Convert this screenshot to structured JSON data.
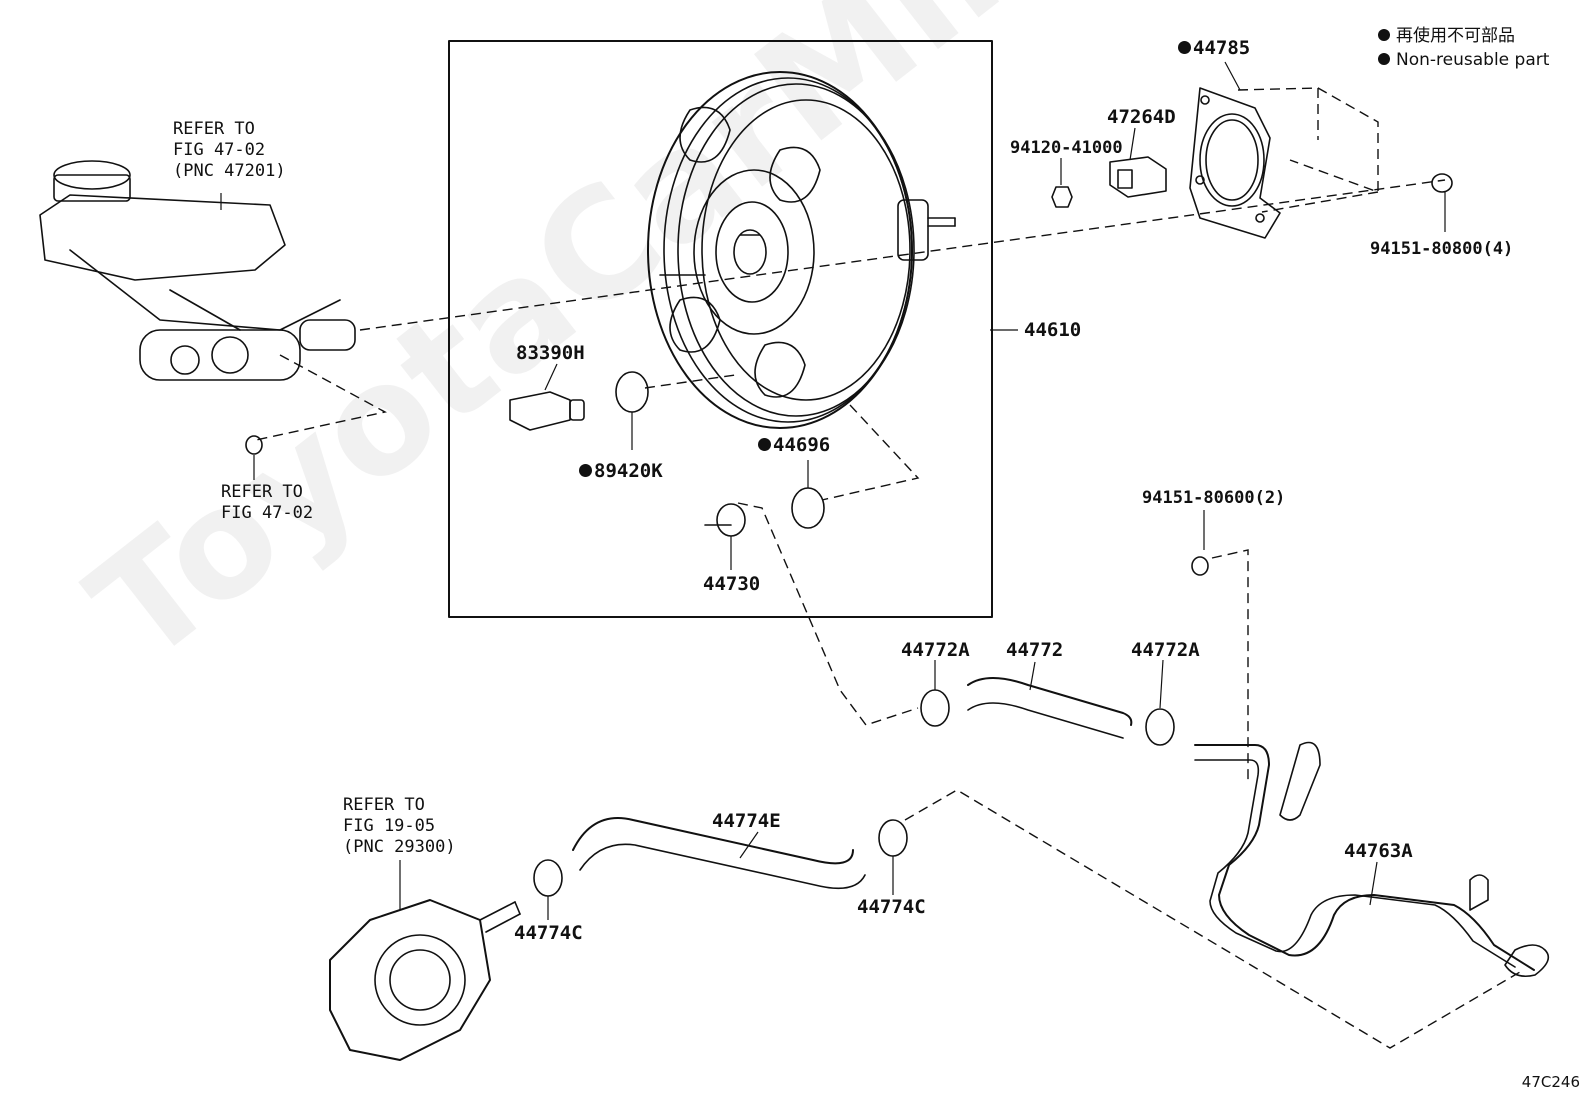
{
  "legend": {
    "line1": "再使用不可部品",
    "line2": "Non-reusable part"
  },
  "watermark": "ToyotaCarMine.ru",
  "figure_code": "47C246",
  "refs": {
    "reservoir": [
      "REFER TO",
      "FIG 47-02",
      "(PNC 47201)"
    ],
    "fig4702": [
      "REFER TO",
      "FIG 47-02"
    ],
    "pump": [
      "REFER TO",
      "FIG 19-05",
      "(PNC 29300)"
    ]
  },
  "parts": {
    "p44785": "44785",
    "p47264D": "47264D",
    "p9412041000": "94120-41000",
    "p9415180800": "94151-80800(4)",
    "p44610": "44610",
    "p83390H": "83390H",
    "p89420K": "89420K",
    "p44696": "44696",
    "p44730": "44730",
    "p9415180600": "94151-80600(2)",
    "p44772A_left": "44772A",
    "p44772": "44772",
    "p44772A_right": "44772A",
    "p44774E": "44774E",
    "p44774C_right": "44774C",
    "p44774C_left": "44774C",
    "p44763A": "44763A"
  }
}
